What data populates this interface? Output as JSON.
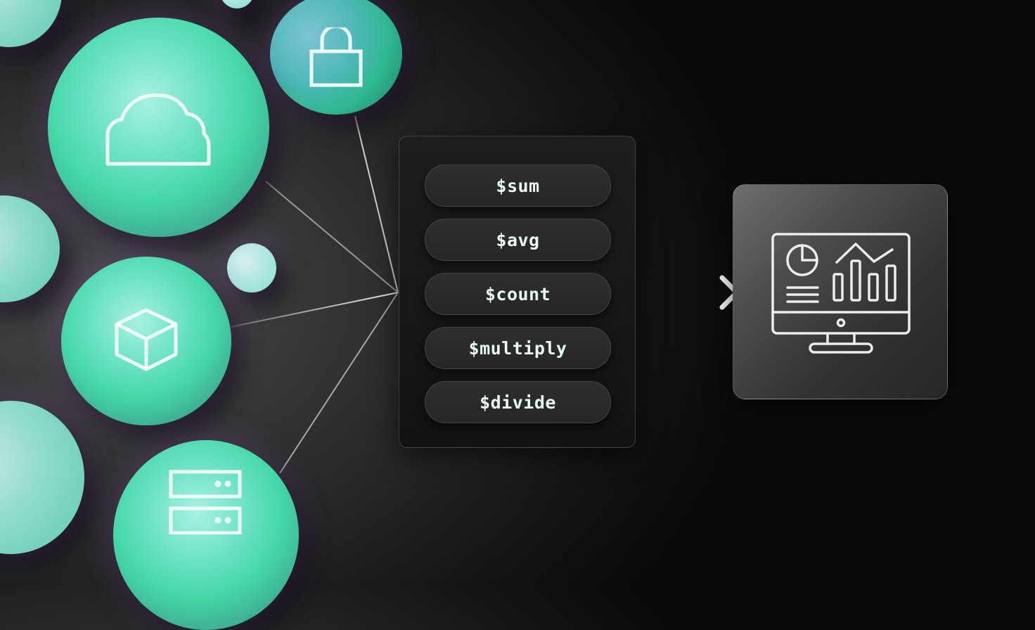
{
  "diagram": {
    "type": "data-aggregation-flow",
    "sources": [
      {
        "id": "cloud",
        "icon": "cloud-icon"
      },
      {
        "id": "lock",
        "icon": "lock-icon"
      },
      {
        "id": "cube",
        "icon": "cube-icon"
      },
      {
        "id": "server",
        "icon": "server-icon"
      }
    ],
    "operators_panel": {
      "operators": [
        {
          "label": "$sum"
        },
        {
          "label": "$avg"
        },
        {
          "label": "$count"
        },
        {
          "label": "$multiply"
        },
        {
          "label": "$divide"
        }
      ]
    },
    "output": {
      "icon": "analytics-dashboard-monitor-icon"
    },
    "edges": [
      {
        "from": "lock",
        "to": "operators_panel"
      },
      {
        "from": "cloud",
        "to": "operators_panel"
      },
      {
        "from": "cube",
        "to": "operators_panel"
      },
      {
        "from": "server",
        "to": "operators_panel"
      },
      {
        "from": "operators_panel",
        "to": "output",
        "style": "arrow"
      }
    ],
    "colors": {
      "orb_teal": "#45d7a8",
      "orb_light": "#a8f2e0",
      "background_dark": "#0a0a0a",
      "background_mid": "#3a3a3a",
      "text": "#e8fbf4",
      "glow_purple": "#7850a0"
    }
  }
}
